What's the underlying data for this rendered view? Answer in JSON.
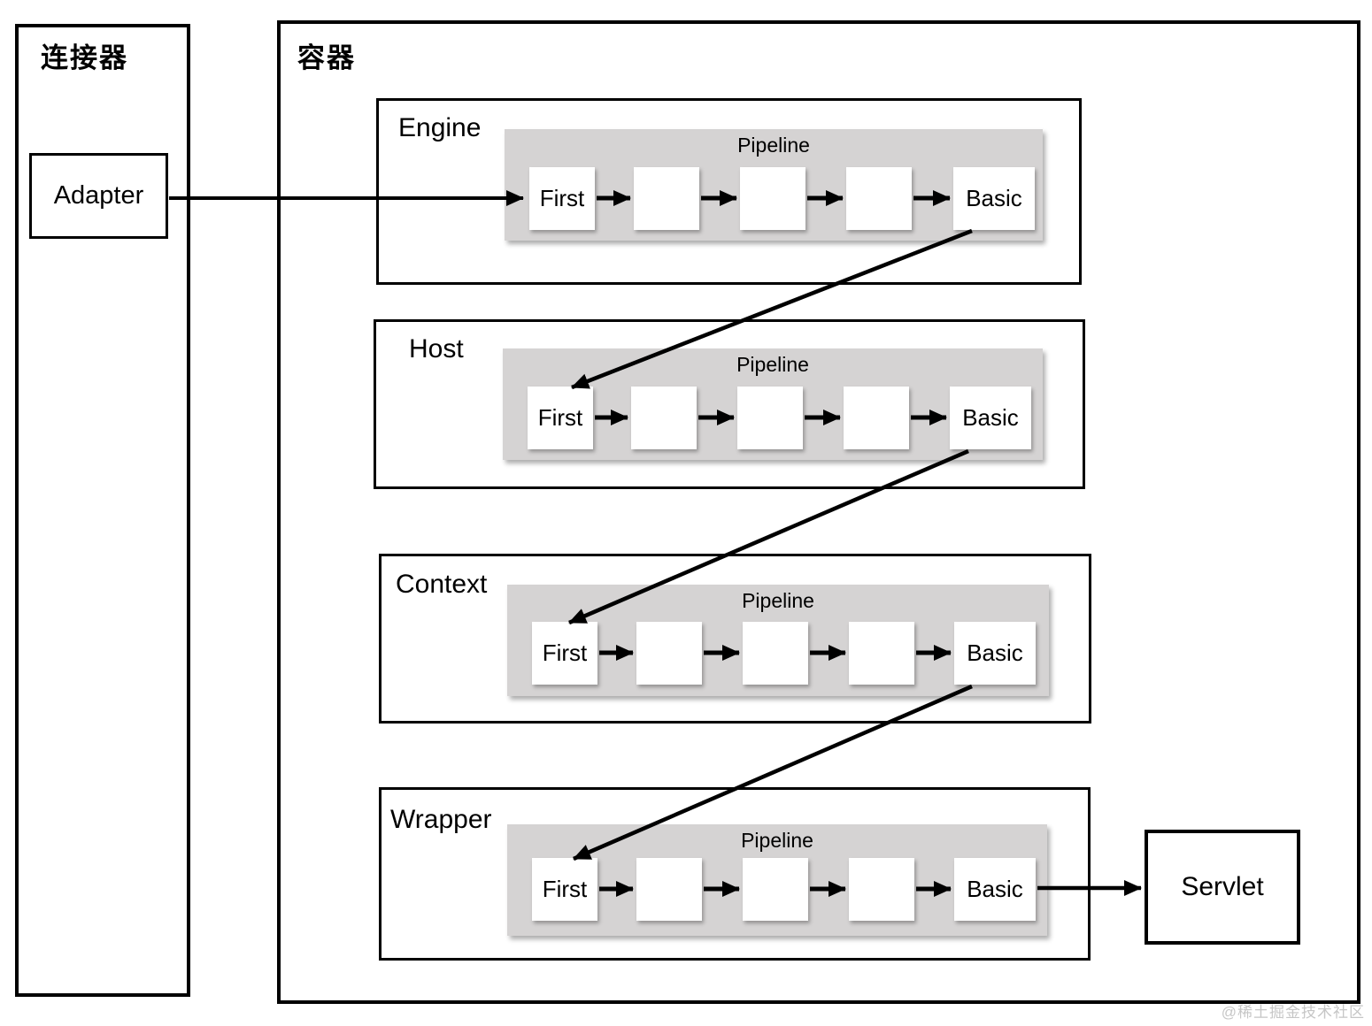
{
  "connector": {
    "title": "连接器",
    "adapter": "Adapter"
  },
  "container": {
    "title": "容器"
  },
  "rows": [
    {
      "label": "Engine",
      "pipeline": "Pipeline",
      "first": "First",
      "basic": "Basic"
    },
    {
      "label": "Host",
      "pipeline": "Pipeline",
      "first": "First",
      "basic": "Basic"
    },
    {
      "label": "Context",
      "pipeline": "Pipeline",
      "first": "First",
      "basic": "Basic"
    },
    {
      "label": "Wrapper",
      "pipeline": "Pipeline",
      "first": "First",
      "basic": "Basic"
    }
  ],
  "servlet": "Servlet",
  "watermark": "@稀土掘金技术社区",
  "colors": {
    "background": "#ffffff",
    "border": "#000000",
    "pipeline_bg": "#d5d3d3",
    "arrow": "#000000",
    "watermark": "#c6c6c6"
  }
}
